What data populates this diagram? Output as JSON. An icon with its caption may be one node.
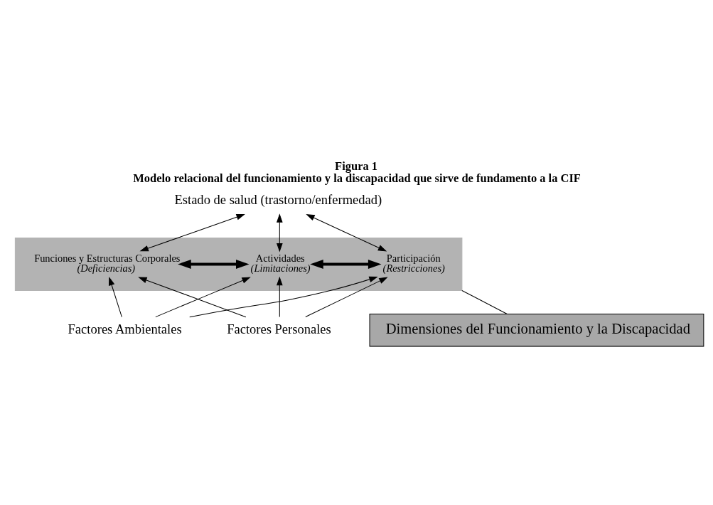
{
  "diagram": {
    "title": "Figura 1",
    "caption": "Modelo relacional del funcionamiento y la discapacidad que sirve de fundamento a la CIF",
    "nodes": [
      {
        "text": [
          "Estado de salud (trastorno/enfermedad)"
        ]
      },
      {
        "text": [],
        "shape": "bar"
      },
      {
        "text": [
          "Funciones y Estructuras Corporales",
          "(Deficiencias)"
        ],
        "in": 1
      },
      {
        "text": [
          "Actividades",
          "(Limitaciones)"
        ],
        "in": 1
      },
      {
        "text": [
          "Participación",
          "(Restricciones)"
        ],
        "in": 1
      },
      {
        "text": [
          "Factores Ambientales"
        ]
      },
      {
        "text": [
          "Factores Personales"
        ]
      },
      {
        "text": [
          "Dimensiones del Funcionamiento y la Discapacidad"
        ]
      }
    ],
    "edges": [
      {
        "from": 0,
        "to": 2,
        "arrow": "both"
      },
      {
        "from": 0,
        "to": 3,
        "arrow": "both"
      },
      {
        "from": 0,
        "to": 4,
        "arrow": "both"
      },
      {
        "from": 2,
        "to": 3,
        "arrow": "both",
        "style": "thick"
      },
      {
        "from": 3,
        "to": 4,
        "arrow": "both",
        "style": "thick"
      },
      {
        "from": 5,
        "to": 2,
        "arrow": "to"
      },
      {
        "from": 5,
        "to": 3,
        "arrow": "to"
      },
      {
        "from": 5,
        "to": 4,
        "arrow": "to"
      },
      {
        "from": 6,
        "to": 2,
        "arrow": "to"
      },
      {
        "from": 6,
        "to": 3,
        "arrow": "to"
      },
      {
        "from": 6,
        "to": 4,
        "arrow": "to"
      },
      {
        "from": 1,
        "to": 7,
        "arrow": "none"
      }
    ]
  }
}
